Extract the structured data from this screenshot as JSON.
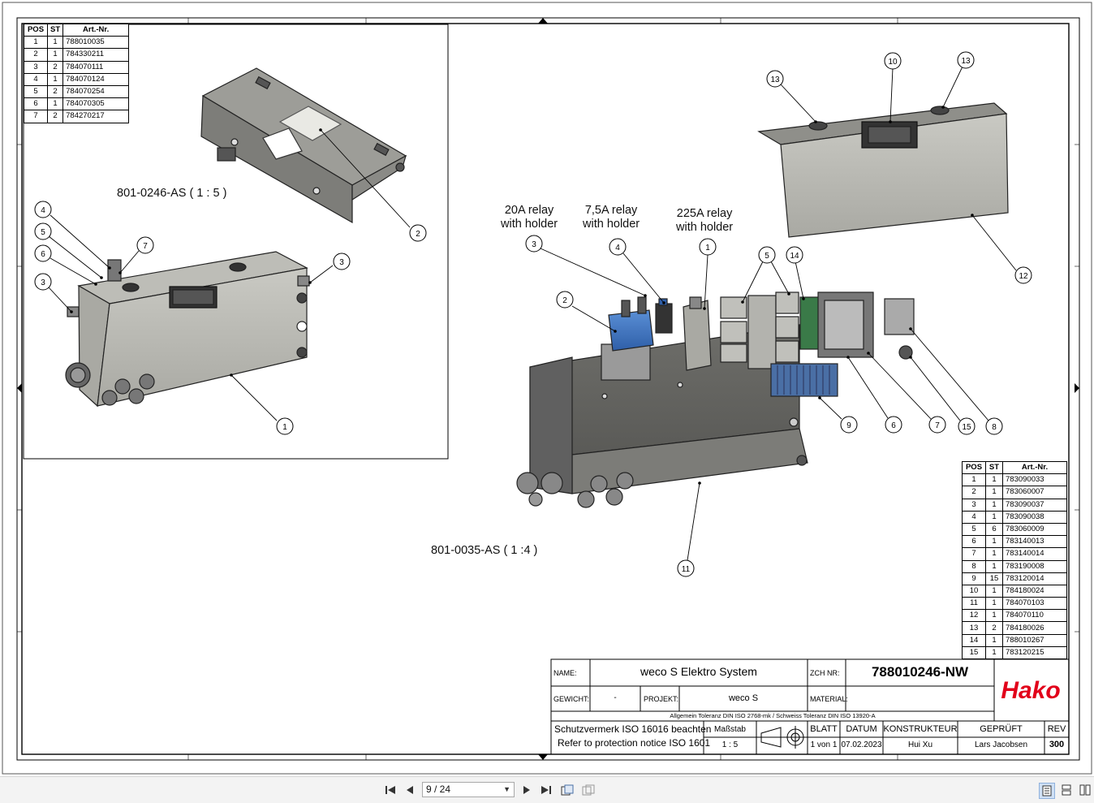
{
  "bom_top": {
    "headers": [
      "POS",
      "ST",
      "Art.-Nr."
    ],
    "rows": [
      [
        "1",
        "1",
        "788010035"
      ],
      [
        "2",
        "1",
        "784330211"
      ],
      [
        "3",
        "2",
        "784070111"
      ],
      [
        "4",
        "1",
        "784070124"
      ],
      [
        "5",
        "2",
        "784070254"
      ],
      [
        "6",
        "1",
        "784070305"
      ],
      [
        "7",
        "2",
        "784270217"
      ]
    ]
  },
  "bom_main": {
    "headers": [
      "POS",
      "ST",
      "Art.-Nr."
    ],
    "rows": [
      [
        "1",
        "1",
        "783090033"
      ],
      [
        "2",
        "1",
        "783060007"
      ],
      [
        "3",
        "1",
        "783090037"
      ],
      [
        "4",
        "1",
        "783090038"
      ],
      [
        "5",
        "6",
        "783060009"
      ],
      [
        "6",
        "1",
        "783140013"
      ],
      [
        "7",
        "1",
        "783140014"
      ],
      [
        "8",
        "1",
        "783190008"
      ],
      [
        "9",
        "15",
        "783120014"
      ],
      [
        "10",
        "1",
        "784180024"
      ],
      [
        "11",
        "1",
        "784070103"
      ],
      [
        "12",
        "1",
        "784070110"
      ],
      [
        "13",
        "2",
        "784180026"
      ],
      [
        "14",
        "1",
        "788010267"
      ],
      [
        "15",
        "1",
        "783120215"
      ]
    ]
  },
  "views": {
    "cover_label": "801-0246-AS ( 1 : 5 )",
    "main_label": "801-0035-AS ( 1 :4 )"
  },
  "annotations": {
    "relay_20a": [
      "20A relay",
      "with holder"
    ],
    "relay_7_5a": [
      "7,5A  relay",
      "with holder"
    ],
    "relay_225a": [
      "225A relay",
      "with holder"
    ]
  },
  "balloons_left": [
    "4",
    "5",
    "6",
    "3",
    "7",
    "3",
    "2",
    "1"
  ],
  "balloons_right": [
    "3",
    "4",
    "1",
    "5",
    "14",
    "2",
    "13",
    "10",
    "13",
    "12",
    "9",
    "6",
    "7",
    "15",
    "8",
    "11"
  ],
  "title_block": {
    "name_label": "NAME:",
    "name_value": "weco S Elektro System",
    "zch_label": "ZCH NR:",
    "zch_value": "788010246-NW",
    "weight_label": "GEWICHT:",
    "weight_value": "-",
    "project_label": "PROJEKT:",
    "project_value": "weco S",
    "material_label": "MATERIAL:",
    "material_value": "",
    "tolerance_note": "Allgemein Toleranz DIN ISO 2768-mk / Schweiss Toleranz DIN ISO 13920-A",
    "protection_de": "Schutzvermerk  ISO 16016 beachten",
    "protection_en": "Refer to protection notice ISO 1601",
    "scale_label": "Maßstab",
    "scale_value": "1 : 5",
    "sheet_label": "BLATT",
    "sheet_value": "1 von 1",
    "date_label": "DATUM",
    "date_value": "07.02.2023",
    "designer_label": "KONSTRUKTEUR",
    "designer_value": "Hui Xu",
    "checked_label": "GEPRÜFT",
    "checked_value": "Lars Jacobsen",
    "rev_label": "REV",
    "rev_value": "300",
    "logo_text": "Hako",
    "logo_color": "#e2001a"
  },
  "viewer": {
    "page_display": "9 / 24",
    "buttons": [
      "first-page-icon",
      "prev-page-icon",
      "next-page-icon",
      "last-page-icon",
      "fit-width-icon",
      "fit-page-icon",
      "single-page-icon",
      "scroll-page-icon",
      "two-page-icon"
    ]
  }
}
